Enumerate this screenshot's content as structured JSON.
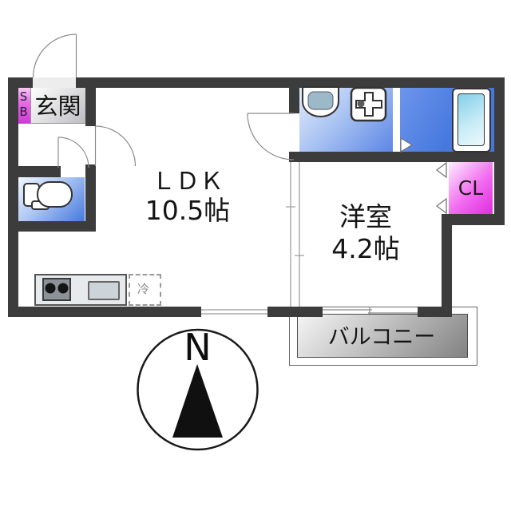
{
  "floor_plan": {
    "entrance_label": "玄関",
    "shoe_box_label": "SB",
    "ldk_name": "ＬＤＫ",
    "ldk_size": "10.5帖",
    "western_room_name": "洋室",
    "western_room_size": "4.2帖",
    "closet_label": "CL",
    "refrigerator_label": "冷",
    "balcony_label": "バルコニー",
    "compass_north_label": "N",
    "colors": {
      "wall": "#3c3c3c",
      "bathroom_blue": "#4a7ce2",
      "wet_area_light_blue": "#e2ecfb",
      "closet_magenta": "#e02ce0",
      "shoebox_magenta": "#cf3cd4",
      "bathtub_cyan": "#84ceea",
      "balcony_gray": "#828282",
      "counter_gray": "#e7eaec"
    }
  }
}
